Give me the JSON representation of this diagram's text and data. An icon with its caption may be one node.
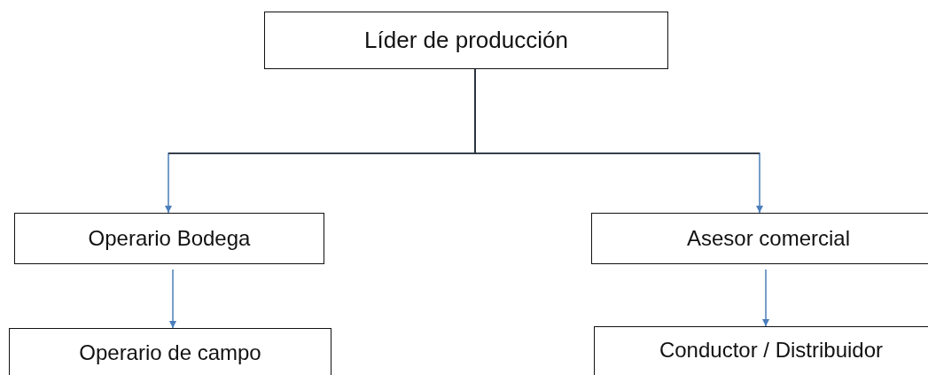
{
  "diagram": {
    "nodes": [
      {
        "text": [
          "Líder de producción"
        ]
      },
      {
        "text": [
          "Operario Bodega"
        ]
      },
      {
        "text": [
          "Asesor comercial"
        ]
      },
      {
        "text": [
          "Operario de campo"
        ]
      },
      {
        "text": [
          "Conductor / Distribuidor"
        ]
      }
    ],
    "edges": [
      {
        "from": 0,
        "to": 1,
        "arrow": "to"
      },
      {
        "from": 0,
        "to": 2,
        "arrow": "to"
      },
      {
        "from": 1,
        "to": 3,
        "arrow": "to"
      },
      {
        "from": 2,
        "to": 4,
        "arrow": "to"
      }
    ]
  }
}
